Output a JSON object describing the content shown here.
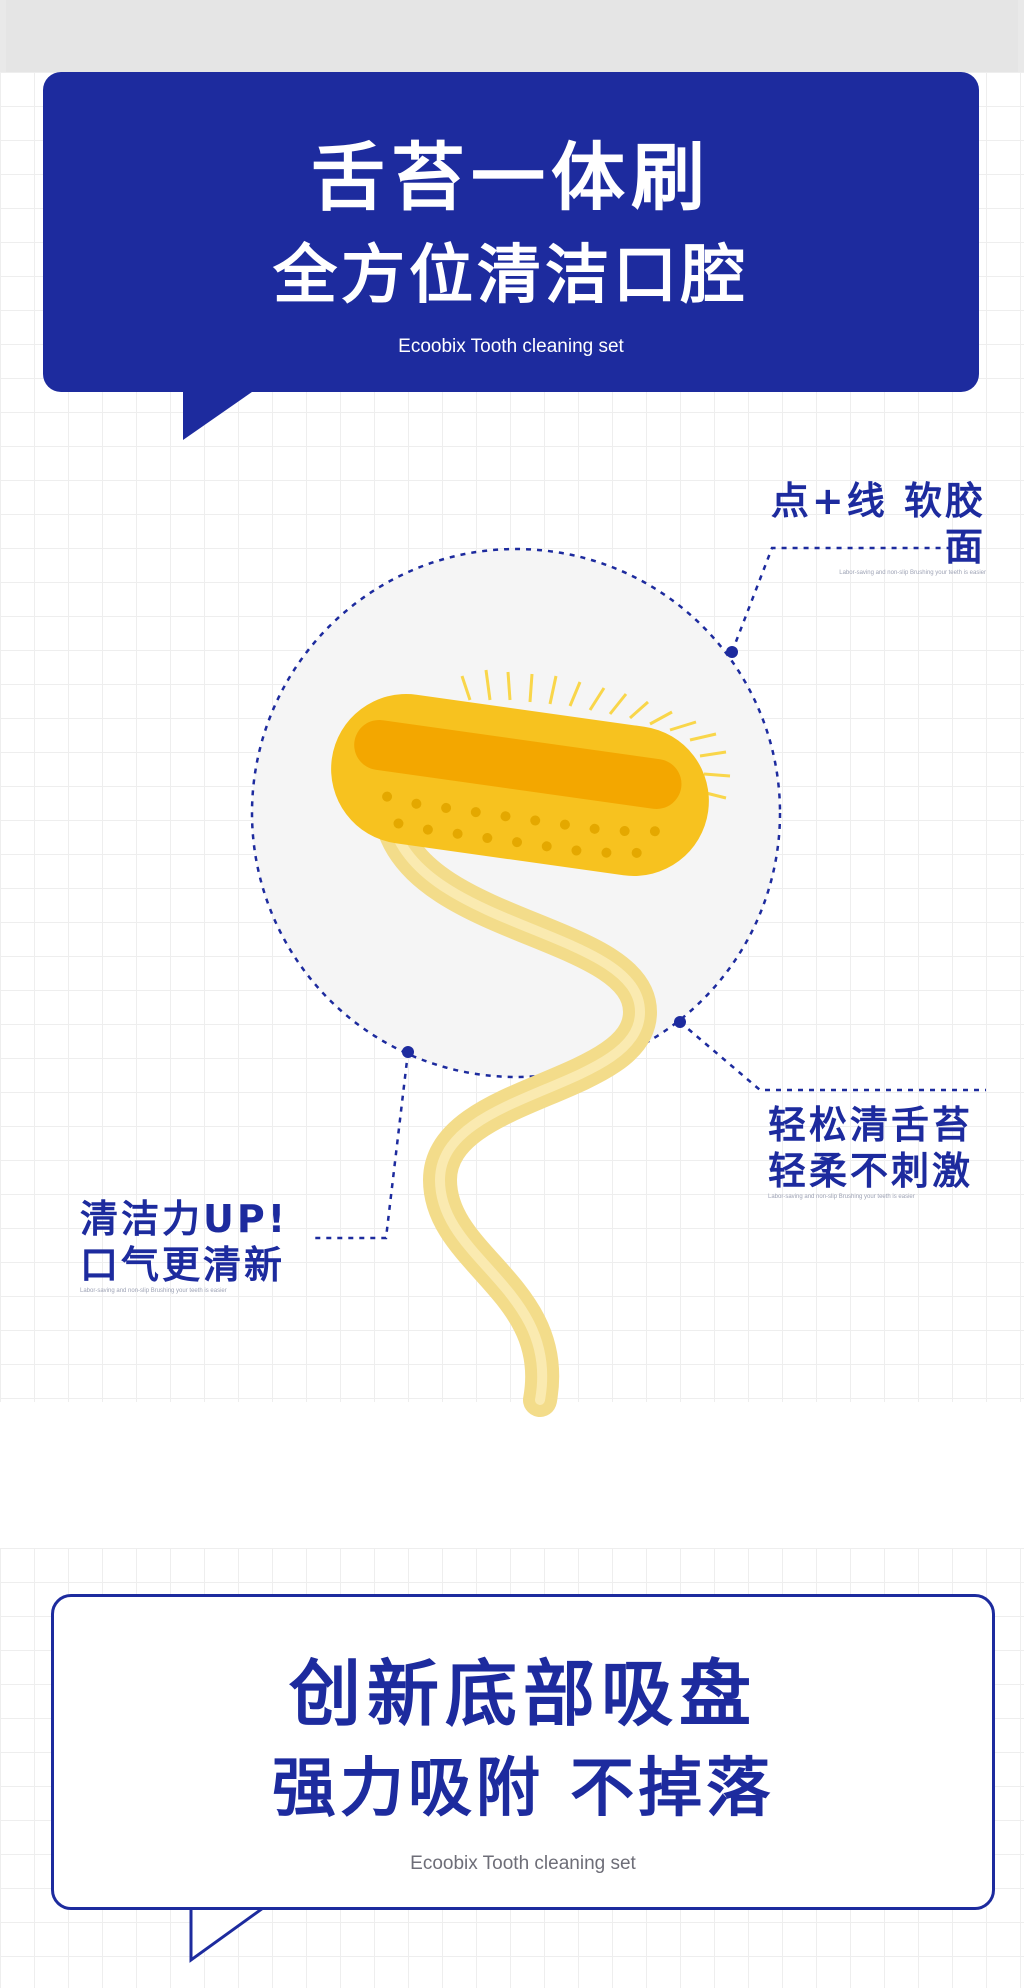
{
  "header": {
    "title": "舌苔一体刷",
    "subtitle": "全方位清洁口腔",
    "brand_line": "Ecoobix Tooth cleaning set"
  },
  "features": [
    {
      "lines": [
        "点+线 软胶面"
      ],
      "fine_print": "Labor-saving and non-slip Brushing your teeth is easier"
    },
    {
      "lines": [
        "轻松清舌苔",
        "轻柔不刺激"
      ],
      "fine_print": "Labor-saving and non-slip Brushing your teeth is easier"
    },
    {
      "lines": [
        "清洁力UP!",
        "口气更清新"
      ],
      "fine_print": "Labor-saving and non-slip Brushing your teeth is easier"
    }
  ],
  "footer_banner": {
    "title": "创新底部吸盘",
    "subtitle": "强力吸附 不掉落",
    "brand_line": "Ecoobix Tooth cleaning set"
  },
  "colors": {
    "brand_blue": "#1d2b9e",
    "product_yellow": "#f7c21f",
    "handle_yellow": "#f3dc8a"
  },
  "product_image": "yellow-tongue-toothbrush"
}
